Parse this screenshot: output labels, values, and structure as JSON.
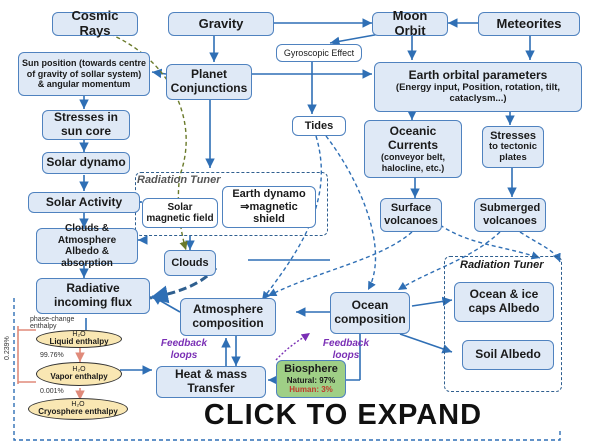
{
  "nodes": {
    "cosmic_rays": "Cosmic Rays",
    "gravity": "Gravity",
    "moon_orbit": "Moon Orbit",
    "meteorites": "Meteorites",
    "gyroscopic": "Gyroscopic Effect",
    "sun_position_1": "Sun position (towards centre",
    "sun_position_2": "of gravity of sollar system)",
    "sun_position_3": "& angular momentum",
    "planet_conjunctions": "Planet Conjunctions",
    "earth_orbital_title": "Earth orbital parameters",
    "earth_orbital_sub": "(Energy input, Position, rotation, tilt, cataclysm...)",
    "tides": "Tides",
    "stresses_sun": "Stresses in sun core",
    "solar_dynamo": "Solar dynamo",
    "oceanic_currents_title": "Oceanic Currents",
    "oceanic_currents_sub": "(conveyor belt, halocline, etc.)",
    "stresses_tectonic_title": "Stresses",
    "stresses_tectonic_sub": "to tectonic plates",
    "solar_activity": "Solar Activity",
    "solar_magnetic": "Solar magnetic field",
    "earth_dynamo_1": "Earth dynamo",
    "earth_dynamo_2": "⇒magnetic shield",
    "surface_volcanoes": "Surface volcanoes",
    "submerged_volcanoes": "Submerged volcanoes",
    "clouds_atmosphere_1": "Clouds & Atmosphere",
    "clouds_atmosphere_2": "Albedo & absorption",
    "clouds": "Clouds",
    "radiative_flux": "Radiative incoming flux",
    "ocean_ice": "Ocean & ice caps Albedo",
    "atmosphere_composition": "Atmosphere composition",
    "ocean_composition": "Ocean composition",
    "soil_albedo": "Soil Albedo",
    "heat_mass": "Heat & mass Transfer",
    "biosphere": "Biosphere",
    "natural": "Natural: 97%",
    "human": "Human: 3%"
  },
  "group_labels": {
    "radiation_tuner_left": "Radiation Tuner",
    "radiation_tuner_right": "Radiation Tuner",
    "feedback_1": "Feedback loops",
    "feedback_2": "Feedback loops"
  },
  "enthalpy": {
    "phase_change": "phase-change enthalpy",
    "h2o": "H₂O",
    "liquid": "Liquid enthalpy",
    "vapor": "Vapor enthalpy",
    "cryosphere": "Cryosphere enthalpy",
    "pct_1": "99.76%",
    "pct_2": "0.001%",
    "pct_side": "0.239%"
  },
  "cta": "CLICK TO EXPAND",
  "colors": {
    "box_fill": "#dfe9f6",
    "box_border": "#4f82bf",
    "arrow": "#2f6fb5",
    "feedback": "#7a2fb5",
    "biosphere": "#9fcf86",
    "oval": "#f9e7b3"
  }
}
